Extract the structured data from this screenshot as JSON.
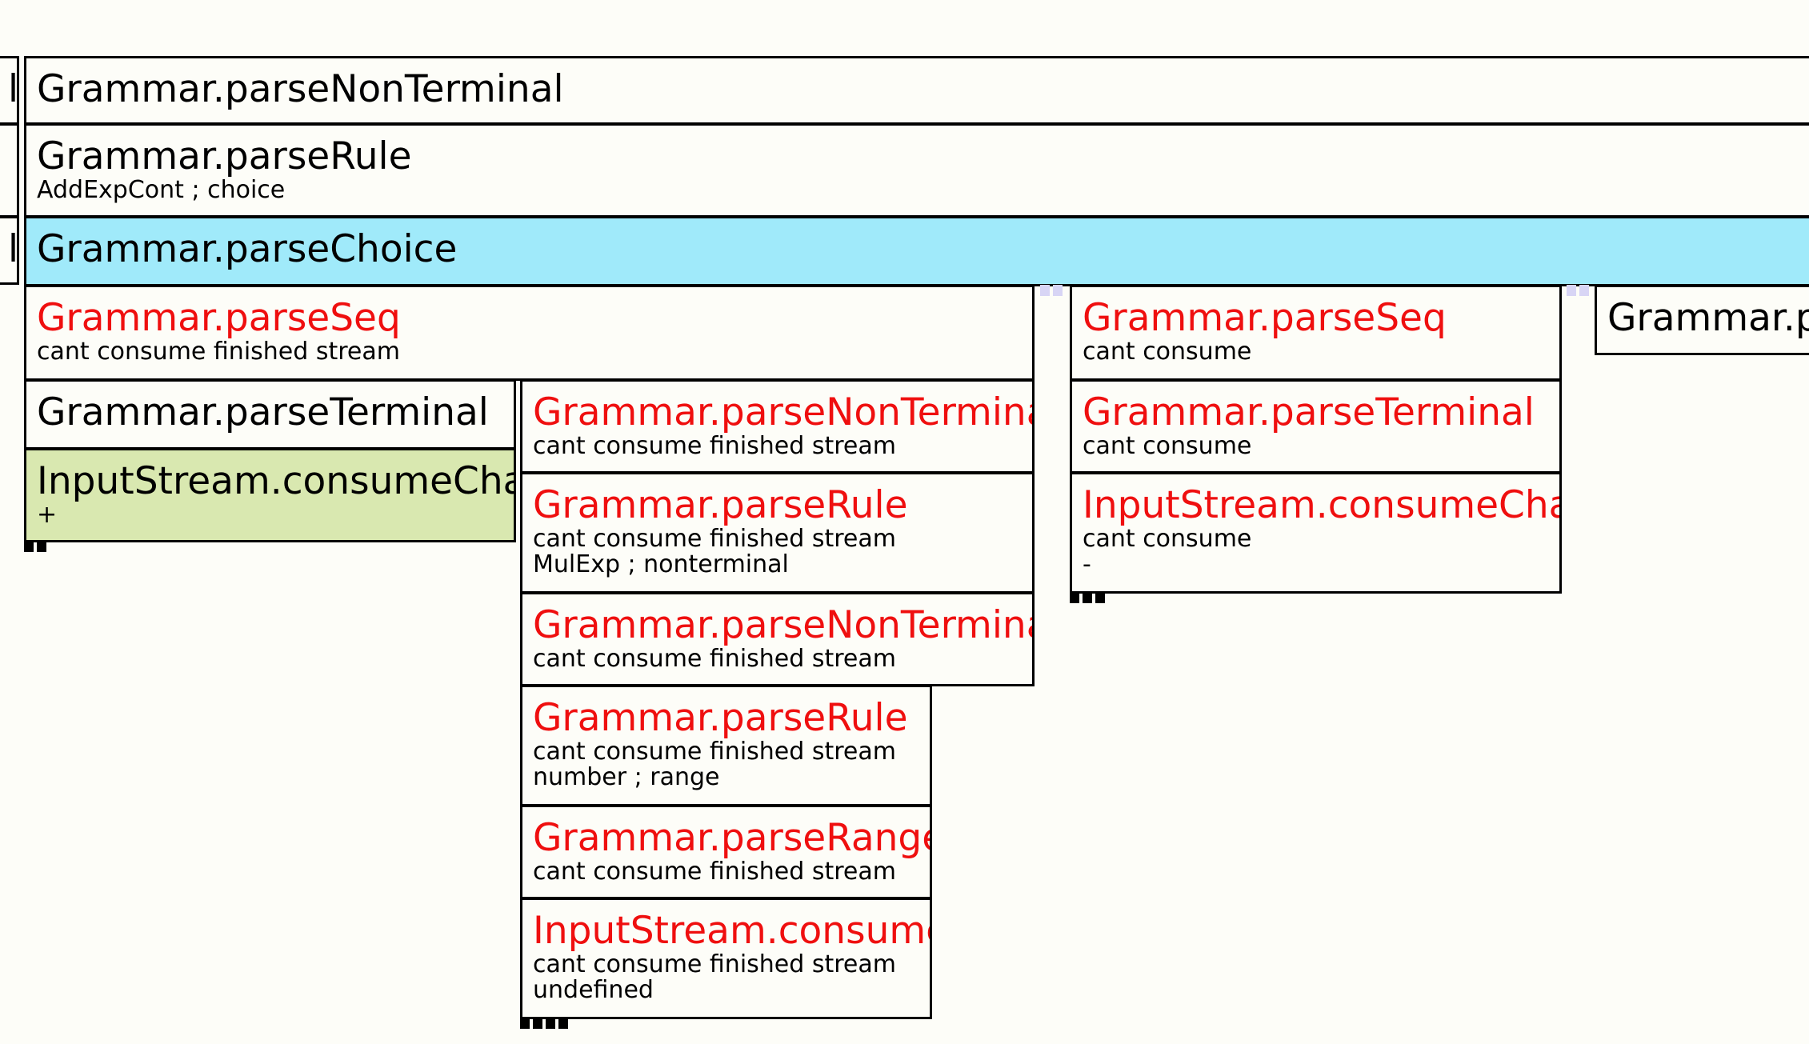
{
  "frames": {
    "nonterminal_top": {
      "title": "Grammar.parseNonTerminal"
    },
    "rule_top": {
      "title": "Grammar.parseRule",
      "detail": "AddExpCont ; choice"
    },
    "choice": {
      "title": "Grammar.parseChoice"
    },
    "seq_1": {
      "title": "Grammar.parseSeq",
      "detail": "cant consume finished stream"
    },
    "terminal_1": {
      "title": "Grammar.parseTerminal"
    },
    "consumechar_1": {
      "title": "InputStream.consumeChar",
      "detail": "+"
    },
    "nonterminal_2": {
      "title": "Grammar.parseNonTerminal",
      "detail": "cant consume finished stream"
    },
    "rule_2": {
      "title": "Grammar.parseRule",
      "detail": "cant consume finished stream",
      "detail2": "MulExp ; nonterminal"
    },
    "nonterminal_3": {
      "title": "Grammar.parseNonTerminal",
      "detail": "cant consume finished stream"
    },
    "rule_3": {
      "title": "Grammar.parseRule",
      "detail": "cant consume finished stream",
      "detail2": "number ; range"
    },
    "range": {
      "title": "Grammar.parseRange",
      "detail": "cant consume finished stream"
    },
    "consume": {
      "title": "InputStream.consume",
      "detail": "cant consume finished stream",
      "detail2": "undefined"
    },
    "seq_2": {
      "title": "Grammar.parseSeq",
      "detail": "cant consume"
    },
    "terminal_2": {
      "title": "Grammar.parseTerminal",
      "detail": "cant consume"
    },
    "consumechar_2": {
      "title": "InputStream.consumeChar",
      "detail": "cant consume",
      "detail2": "-"
    },
    "seq_3_partial": {
      "title": "Grammar.pa"
    },
    "left_edge_1": {
      "title": "l"
    },
    "left_edge_2": {
      "title": "l"
    }
  },
  "colors": {
    "error_text": "#ef0f0f",
    "selected_bg": "#a0eafa",
    "highlight_bg": "#d9e8b0",
    "frame_bg": "#fdfdf8"
  }
}
